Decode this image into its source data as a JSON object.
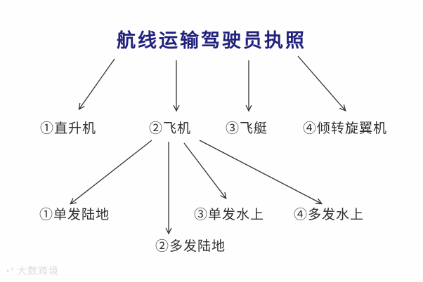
{
  "diagram": {
    "title": "航线运输驾驶员执照",
    "title_color": "#22227d",
    "line_color": "#333333",
    "level1": [
      {
        "id": "helicopter",
        "label": "①直升机"
      },
      {
        "id": "airplane",
        "label": "②飞机"
      },
      {
        "id": "airship",
        "label": "③飞艇"
      },
      {
        "id": "tiltrotor",
        "label": "④倾转旋翼机"
      }
    ],
    "level2": [
      {
        "id": "single-engine-land",
        "label": "①单发陆地"
      },
      {
        "id": "multi-engine-land",
        "label": "②多发陆地"
      },
      {
        "id": "single-engine-sea",
        "label": "③单发水上"
      },
      {
        "id": "multi-engine-sea",
        "label": "④多发水上"
      }
    ],
    "edges": [
      {
        "from": "title",
        "to": "helicopter"
      },
      {
        "from": "title",
        "to": "airplane"
      },
      {
        "from": "title",
        "to": "airship"
      },
      {
        "from": "title",
        "to": "tiltrotor"
      },
      {
        "from": "airplane",
        "to": "single-engine-land"
      },
      {
        "from": "airplane",
        "to": "multi-engine-land"
      },
      {
        "from": "airplane",
        "to": "single-engine-sea"
      },
      {
        "from": "airplane",
        "to": "multi-engine-sea"
      }
    ]
  },
  "watermark": {
    "text": "大数跨境"
  }
}
